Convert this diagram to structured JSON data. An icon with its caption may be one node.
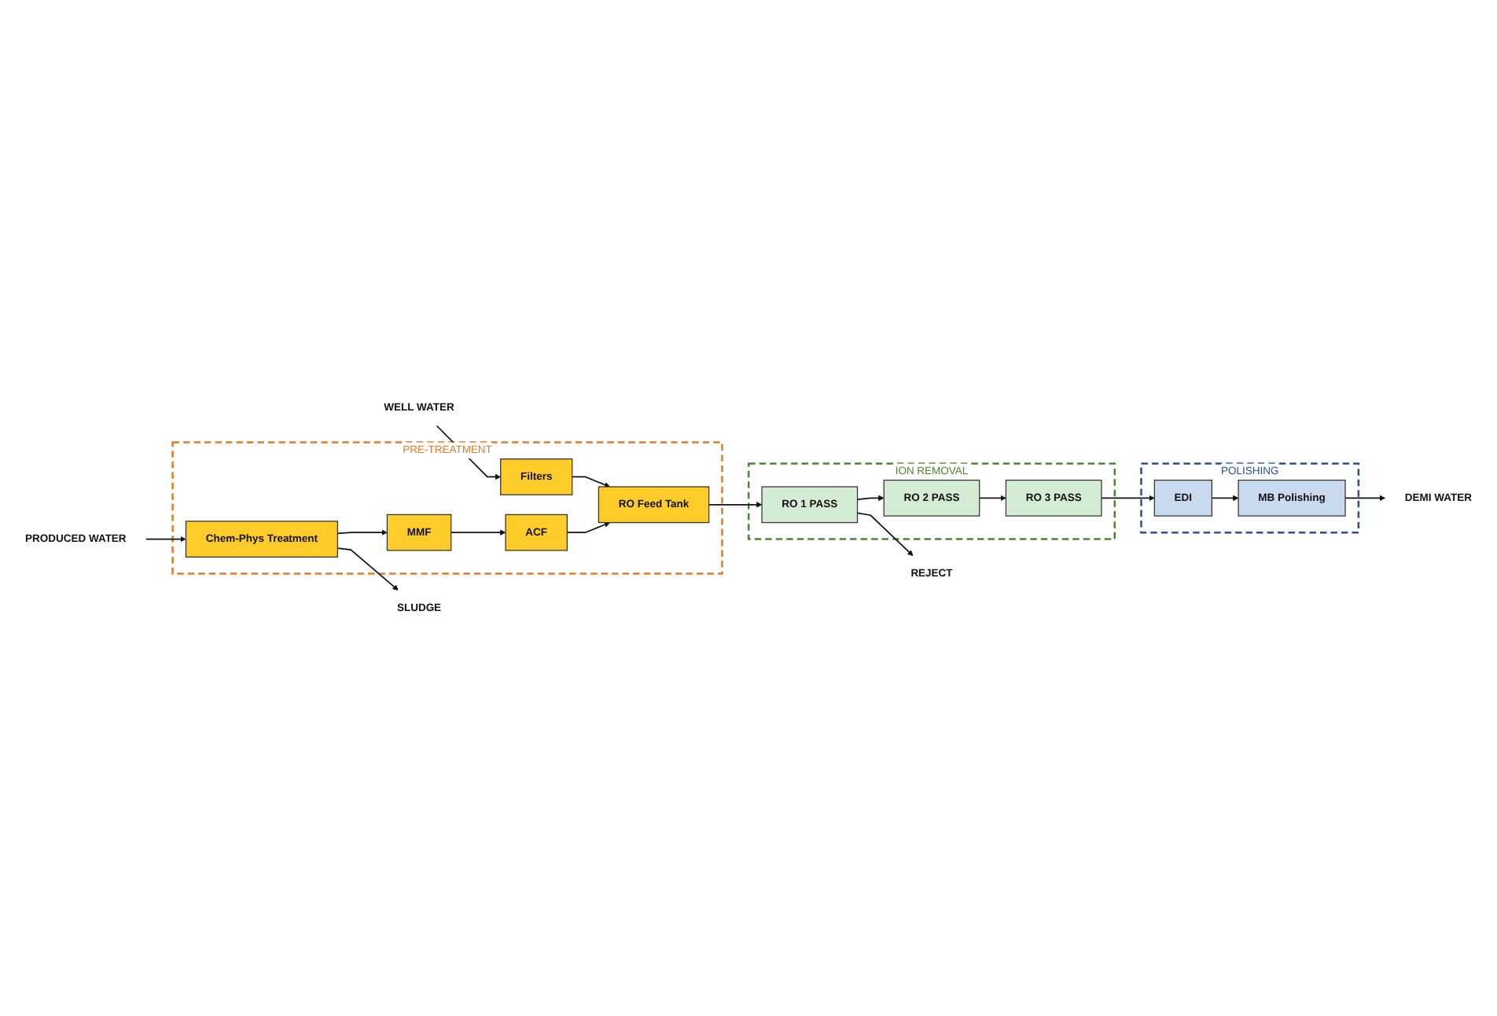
{
  "diagram": {
    "nodes": [
      {
        "text": [
          "PRE-TREATMENT"
        ]
      },
      {
        "text": [
          "Filters"
        ],
        "in": 0
      },
      {
        "text": [
          "Chem-Phys Treatment"
        ],
        "in": 0
      },
      {
        "text": [
          "MMF"
        ],
        "in": 0
      },
      {
        "text": [
          "ACF"
        ],
        "in": 0
      },
      {
        "text": [
          "RO Feed Tank"
        ],
        "in": 0
      },
      {
        "text": [
          "ION REMOVAL"
        ]
      },
      {
        "text": [
          "RO 1 PASS"
        ],
        "in": 6
      },
      {
        "text": [
          "RO 2 PASS"
        ],
        "in": 6
      },
      {
        "text": [
          "RO 3 PASS"
        ],
        "in": 6
      },
      {
        "text": [
          "POLISHING"
        ]
      },
      {
        "text": [
          "EDI"
        ],
        "in": 10
      },
      {
        "text": [
          "MB Polishing"
        ],
        "in": 10
      },
      {
        "text": [
          "WELL WATER"
        ]
      },
      {
        "text": [
          "PRODUCED WATER"
        ]
      },
      {
        "text": [
          "SLUDGE"
        ]
      },
      {
        "text": [
          "REJECT"
        ]
      },
      {
        "text": [
          "DEMI WATER"
        ]
      }
    ],
    "edges": [
      {
        "from": 13,
        "to": 1,
        "arrow": "to"
      },
      {
        "from": 14,
        "to": 2,
        "arrow": "to"
      },
      {
        "from": 1,
        "to": 5,
        "arrow": "to"
      },
      {
        "from": 2,
        "to": 3,
        "arrow": "to"
      },
      {
        "from": 3,
        "to": 4,
        "arrow": "to"
      },
      {
        "from": 4,
        "to": 5,
        "arrow": "to"
      },
      {
        "from": 2,
        "to": 15,
        "arrow": "to"
      },
      {
        "from": 5,
        "to": 7,
        "arrow": "to"
      },
      {
        "from": 7,
        "to": 8,
        "arrow": "to"
      },
      {
        "from": 8,
        "to": 9,
        "arrow": "to"
      },
      {
        "from": 7,
        "to": 16,
        "arrow": "to"
      },
      {
        "from": 9,
        "to": 11,
        "arrow": "to"
      },
      {
        "from": 11,
        "to": 12,
        "arrow": "to"
      },
      {
        "from": 12,
        "to": 17,
        "arrow": "to"
      }
    ]
  }
}
